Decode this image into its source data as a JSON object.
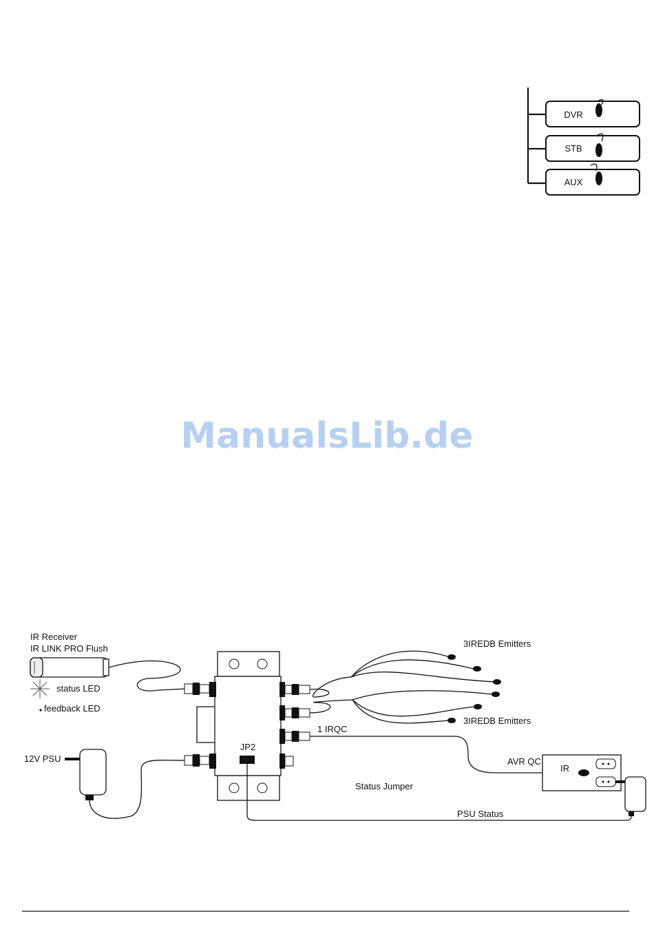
{
  "top_diagram": {
    "devices": [
      "DVR",
      "STB",
      "AUX"
    ]
  },
  "watermark": "ManualsLib.de",
  "wiring_diagram": {
    "ir_receiver_label_1": "IR Receiver",
    "ir_receiver_label_2": "IR LINK PRO Flush",
    "status_led": "status LED",
    "feedback_led": "feedback LED",
    "psu_12v": "12V PSU",
    "jumper": "JP2",
    "emitters_top": "3IREDB Emitters",
    "emitters_bottom": "3IREDB Emitters",
    "irqc": "1 IRQC",
    "avr_qc": "AVR QC",
    "ir": "IR",
    "status_jumper": "Status Jumper",
    "psu_status": "PSU Status"
  }
}
